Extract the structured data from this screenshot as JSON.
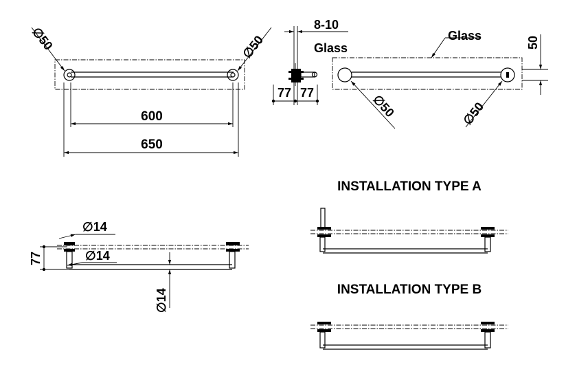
{
  "colors": {
    "line": "#000000",
    "background": "#ffffff"
  },
  "labels": {
    "dia_symbol": "∅",
    "dia_50_value": "50",
    "dia_14_value": "14",
    "glass_thickness": "8-10",
    "glass_word": "Glass",
    "glass_top": "Glass",
    "offset_77": "77",
    "height_50": "50",
    "length_600": "600",
    "length_650": "650",
    "type_a": "INSTALLATION TYPE A",
    "type_b": "INSTALLATION TYPE B"
  }
}
